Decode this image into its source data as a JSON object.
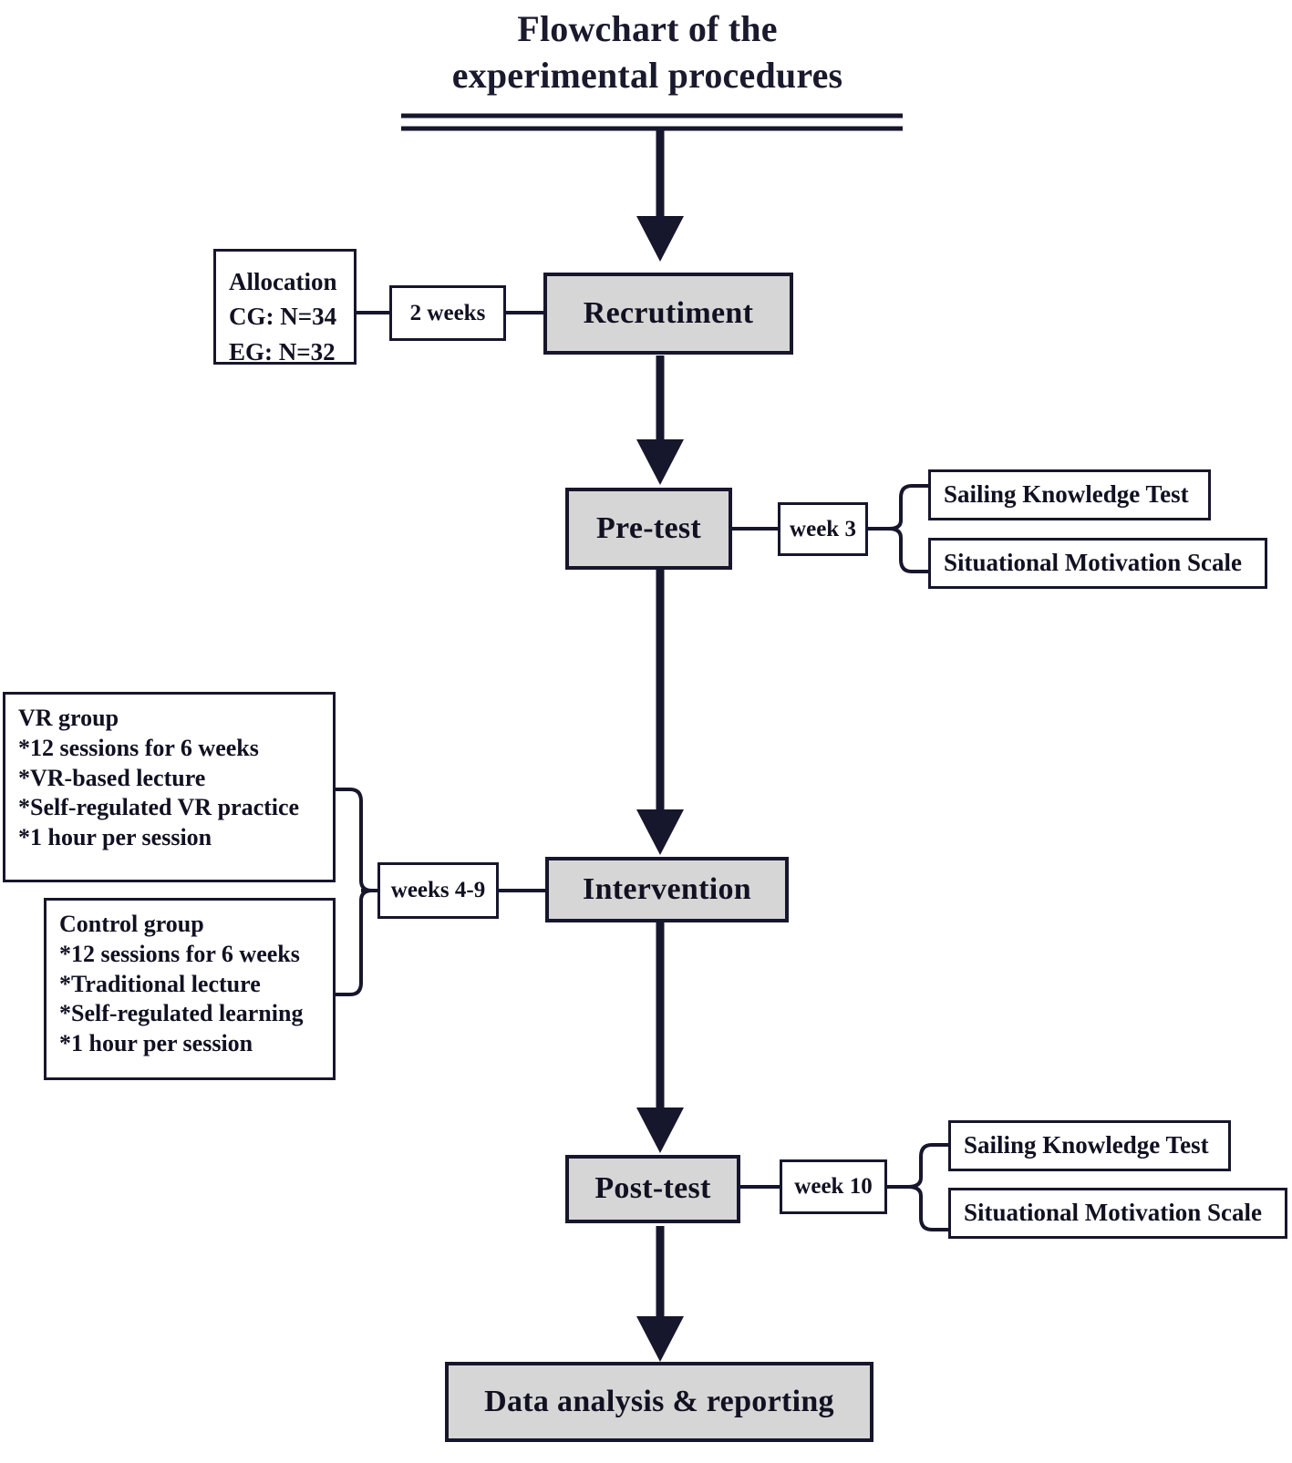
{
  "title": {
    "line1": "Flowchart of the",
    "line2": "experimental procedures"
  },
  "colors": {
    "stage_fill": "#d6d6d6",
    "stroke": "#16162c",
    "text": "#111122",
    "background": "#ffffff"
  },
  "stages": {
    "recruitment": "Recrutiment",
    "pretest": "Pre-test",
    "intervention": "Intervention",
    "posttest": "Post-test",
    "final": "Data analysis & reporting"
  },
  "allocation": {
    "header": "Allocation",
    "cg": "CG: N=34",
    "eg": "EG: N=32"
  },
  "timings": {
    "recruitment": "2 weeks",
    "pretest": "week 3",
    "intervention": "weeks 4-9",
    "posttest": "week 10"
  },
  "vr_group": {
    "header": "VR group",
    "items": [
      "*12 sessions for 6 weeks",
      "*VR-based lecture",
      "*Self-regulated VR practice",
      "*1 hour per session"
    ]
  },
  "control_group": {
    "header": "Control group",
    "items": [
      "*12 sessions for 6 weeks",
      "*Traditional lecture",
      "*Self-regulated learning",
      "*1 hour per session"
    ]
  },
  "pretest_measures": [
    "Sailing Knowledge Test",
    "Situational Motivation Scale"
  ],
  "posttest_measures": [
    "Sailing Knowledge Test",
    "Situational Motivation Scale"
  ],
  "chart_data": {
    "type": "diagram",
    "title": "Flowchart of the experimental procedures",
    "nodes": [
      {
        "id": "recruitment",
        "label": "Recrutiment",
        "kind": "stage",
        "timing": "2 weeks"
      },
      {
        "id": "allocation",
        "label": "Allocation CG: N=34 EG: N=32",
        "kind": "detail"
      },
      {
        "id": "pretest",
        "label": "Pre-test",
        "kind": "stage",
        "timing": "week 3"
      },
      {
        "id": "pretest-skt",
        "label": "Sailing Knowledge Test",
        "kind": "measure"
      },
      {
        "id": "pretest-sms",
        "label": "Situational Motivation Scale",
        "kind": "measure"
      },
      {
        "id": "vr-group",
        "label": "VR group",
        "kind": "detail"
      },
      {
        "id": "control-group",
        "label": "Control group",
        "kind": "detail"
      },
      {
        "id": "intervention",
        "label": "Intervention",
        "kind": "stage",
        "timing": "weeks 4-9"
      },
      {
        "id": "posttest",
        "label": "Post-test",
        "kind": "stage",
        "timing": "week 10"
      },
      {
        "id": "posttest-skt",
        "label": "Sailing Knowledge Test",
        "kind": "measure"
      },
      {
        "id": "posttest-sms",
        "label": "Situational Motivation Scale",
        "kind": "measure"
      },
      {
        "id": "final",
        "label": "Data analysis & reporting",
        "kind": "stage"
      }
    ],
    "edges": [
      {
        "from": "title-rule",
        "to": "recruitment",
        "style": "arrow"
      },
      {
        "from": "allocation",
        "to": "recruitment",
        "style": "line-via-timing"
      },
      {
        "from": "recruitment",
        "to": "pretest",
        "style": "arrow"
      },
      {
        "from": "pretest",
        "to": "pretest-skt",
        "style": "brace-via-timing"
      },
      {
        "from": "pretest",
        "to": "pretest-sms",
        "style": "brace-via-timing"
      },
      {
        "from": "pretest",
        "to": "intervention",
        "style": "arrow"
      },
      {
        "from": "vr-group",
        "to": "intervention",
        "style": "brace-via-timing"
      },
      {
        "from": "control-group",
        "to": "intervention",
        "style": "brace-via-timing"
      },
      {
        "from": "intervention",
        "to": "posttest",
        "style": "arrow"
      },
      {
        "from": "posttest",
        "to": "posttest-skt",
        "style": "brace-via-timing"
      },
      {
        "from": "posttest",
        "to": "posttest-sms",
        "style": "brace-via-timing"
      },
      {
        "from": "posttest",
        "to": "final",
        "style": "arrow"
      }
    ]
  }
}
